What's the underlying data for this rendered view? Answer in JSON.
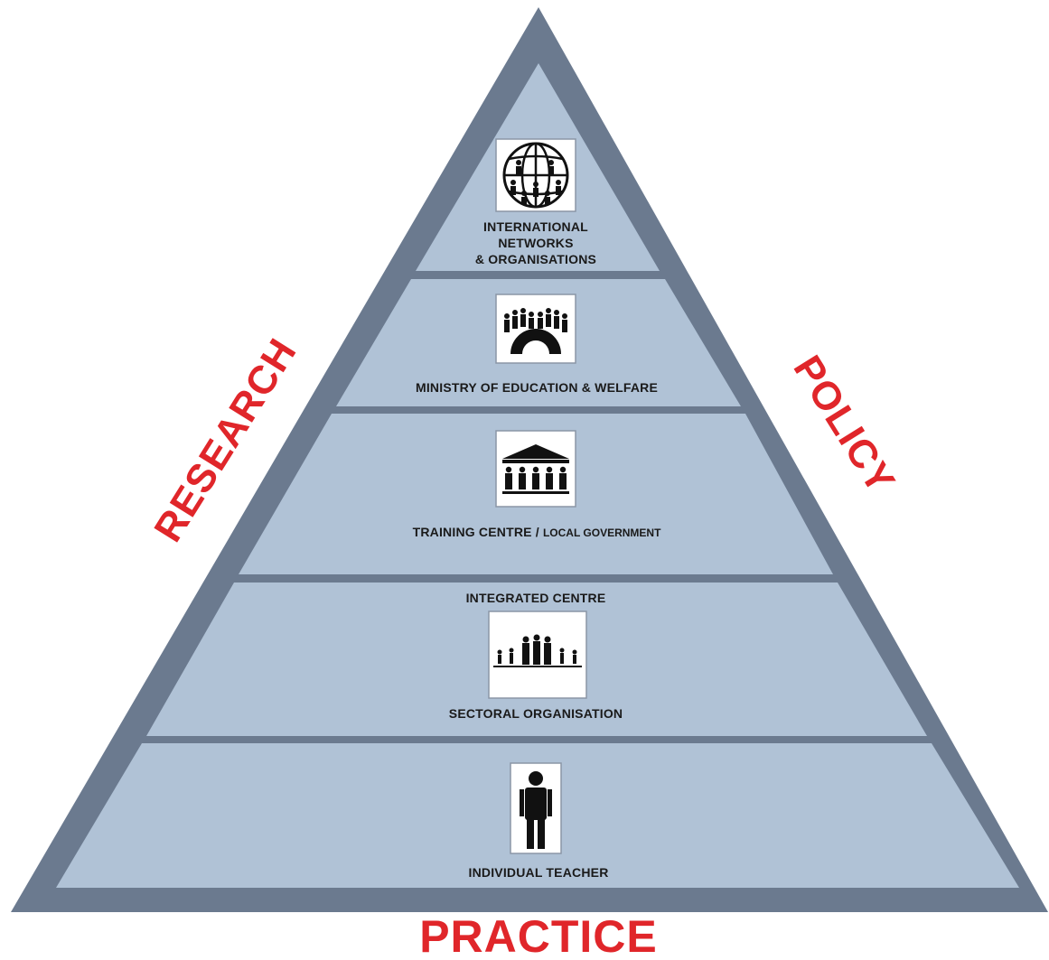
{
  "levels": [
    {
      "line1": "INTERNATIONAL",
      "line2": "NETWORKS",
      "line3": "& ORGANISATIONS",
      "icon": "globe-network-icon"
    },
    {
      "label": "MINISTRY OF EDUCATION & WELFARE",
      "icon": "ministry-assembly-icon"
    },
    {
      "label_main": "TRAINING CENTRE / ",
      "label_sub": "LOCAL GOVERNMENT",
      "icon": "training-building-icon"
    },
    {
      "label_top": "INTEGRATED CENTRE",
      "label_bottom": "SECTORAL ORGANISATION",
      "icon": "community-group-icon"
    },
    {
      "label": "INDIVIDUAL TEACHER",
      "icon": "person-icon"
    }
  ],
  "sides": {
    "left": "RESEARCH",
    "right": "POLICY",
    "bottom": "PRACTICE"
  },
  "colors": {
    "frame": "#6b7a8f",
    "tier_fill": "#b0c2d6",
    "divider": "#6b7a8f",
    "accent_text": "#e0262a",
    "label_text": "#1a1a1a"
  }
}
